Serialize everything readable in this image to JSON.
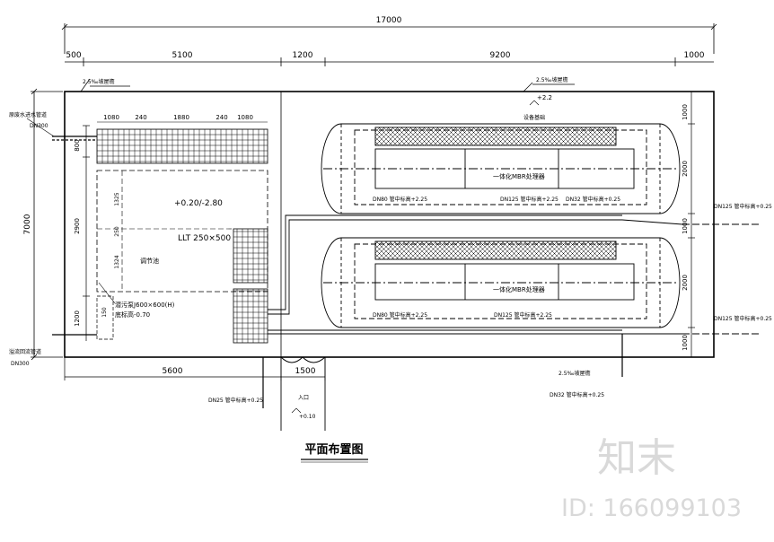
{
  "drawing": {
    "title": "平面布置图",
    "overall_width": "17000",
    "overall_height": "7000",
    "top_dims": [
      "500",
      "5100",
      "1200",
      "9200",
      "1000"
    ],
    "bottom_dims": [
      "5600",
      "1500"
    ],
    "left_dims": [
      "800",
      "2900",
      "1200"
    ],
    "right_dims": [
      "1000",
      "2000",
      "1000",
      "2000",
      "1000"
    ],
    "inner_top_dims": [
      "1080",
      "240",
      "1880",
      "240",
      "1080"
    ],
    "inner_left_dims": [
      "1325",
      "250",
      "1324",
      "150"
    ],
    "slope_top_left": "2.5‰坡屋檐",
    "slope_top_right": "2.5‰坡屋檐",
    "slope_bottom": "2.5‰坡屋檐",
    "elev_top": "+2.2",
    "area_label": "设备基础",
    "tank_label_1": "一体化MBR处理器",
    "tank_label_2": "一体化MBR处理器",
    "adj_tank": "调节池",
    "adj_elev": "+0.20/-2.80",
    "llt": "LLT 250×500",
    "pump_pit": "潜污泵J600×600(H)",
    "pump_pit_elev": "底标高-0.70",
    "pipe_in": "DN300",
    "pipe_in_label": "原废水进水管道",
    "pipe_out": "DN300",
    "pipe_out_label": "溢流回流管道",
    "tank1_in": "DN80 管中标高+2.25",
    "tank1_mid": "DN125 管中标高+2.25",
    "tank1_out": "DN32 管中标高+0.25",
    "tank2_in": "DN80 管中标高+2.25",
    "tank2_mid": "DN125 管中标高+2.25",
    "right_pipe_1": "DN125 管中标高+0.25",
    "right_pipe_2": "DN125 管中标高+0.25",
    "bottom_pipe_left": "DN25 管中标高+0.25",
    "bottom_pipe_right": "DN32 管中标高+0.25",
    "entrance": "入口",
    "entrance_elev": "+0.10",
    "watermark_logo": "知末",
    "watermark_id": "ID: 166099103"
  }
}
